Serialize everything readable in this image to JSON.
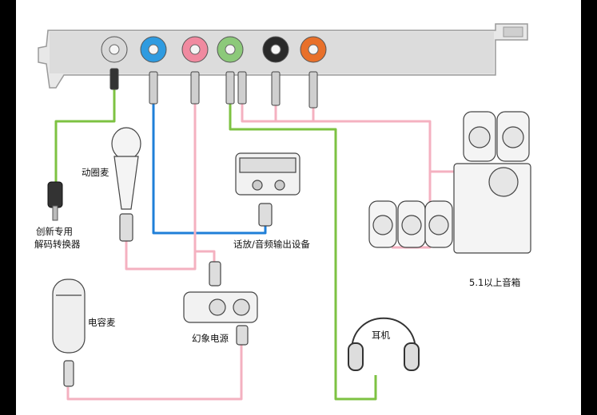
{
  "labels": {
    "converter_line1": "创新专用",
    "converter_line2": "解码转换器",
    "dynamic_mic": "动圈麦",
    "output_device": "话放/音频输出设备",
    "speakers": "5.1以上音箱",
    "condenser_mic": "电容麦",
    "phantom_power": "幻象电源",
    "headphones": "耳机"
  },
  "jacks": [
    {
      "name": "white-jack",
      "color": "#d8d8d8"
    },
    {
      "name": "blue-jack",
      "color": "#2f9be0"
    },
    {
      "name": "pink-jack",
      "color": "#f08aa0"
    },
    {
      "name": "green-jack",
      "color": "#8cc97a"
    },
    {
      "name": "black-jack",
      "color": "#2a2a2a"
    },
    {
      "name": "orange-jack",
      "color": "#e8702a"
    }
  ],
  "wire_colors": {
    "green": "#7dc242",
    "pink": "#f4b1c0",
    "blue": "#1f7fd8"
  }
}
